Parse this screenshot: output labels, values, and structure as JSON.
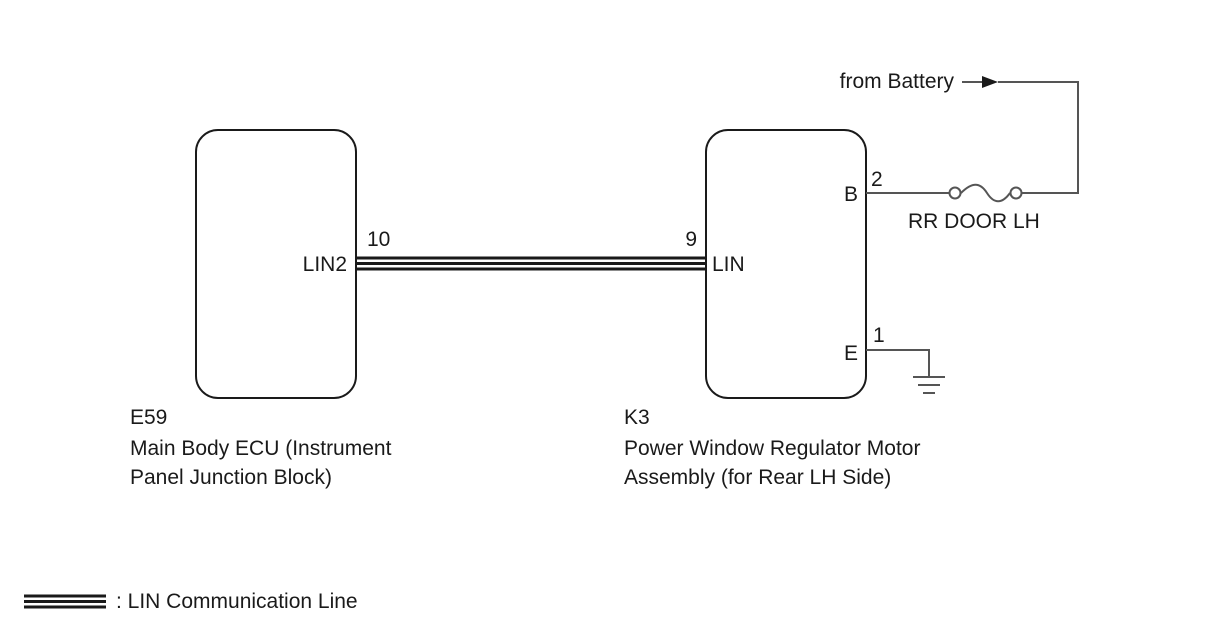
{
  "ecu": {
    "code": "E59",
    "name_line1": "Main Body ECU (Instrument",
    "name_line2": "Panel Junction Block)",
    "pin_number": "10",
    "pin_name": "LIN2"
  },
  "motor": {
    "code": "K3",
    "name_line1": "Power Window Regulator Motor",
    "name_line2": "Assembly (for Rear LH Side)",
    "lin_pin_number": "9",
    "lin_pin_name": "LIN",
    "b_pin_number": "2",
    "b_pin_name": "B",
    "e_pin_number": "1",
    "e_pin_name": "E"
  },
  "power": {
    "source_label": "from Battery",
    "fuse_label": "RR DOOR LH"
  },
  "legend": {
    "text": ": LIN Communication Line"
  }
}
